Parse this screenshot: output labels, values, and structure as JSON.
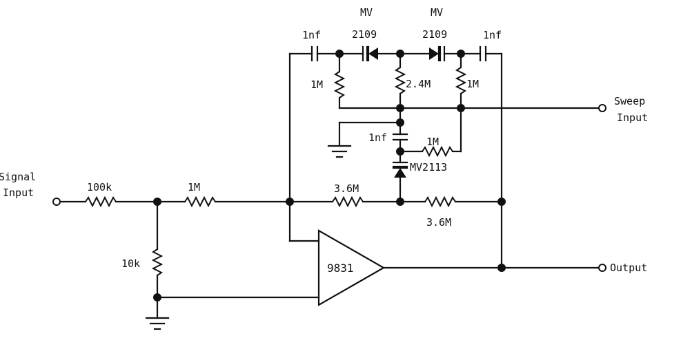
{
  "labels": {
    "signal_input_1": "Signal",
    "signal_input_2": "Input",
    "sweep_input_1": "Sweep",
    "sweep_input_2": "Input",
    "output": "Output",
    "opamp": "9831",
    "r_100k": "100k",
    "r_1m_in": "1M",
    "r_10k": "10k",
    "r_3_6m_top": "3.6M",
    "r_3_6m_bot": "3.6M",
    "c_1nf_left": "1nf",
    "c_1nf_right": "1nf",
    "c_1nf_mid": "1nf",
    "mv_left_1": "MV",
    "mv_left_2": "2109",
    "mv_right_1": "MV",
    "mv_right_2": "2109",
    "r_1m_left": "1M",
    "r_2_4m": "2.4M",
    "r_1m_right": "1M",
    "r_1m_mid": "1M",
    "mv2113": "MV2113"
  }
}
